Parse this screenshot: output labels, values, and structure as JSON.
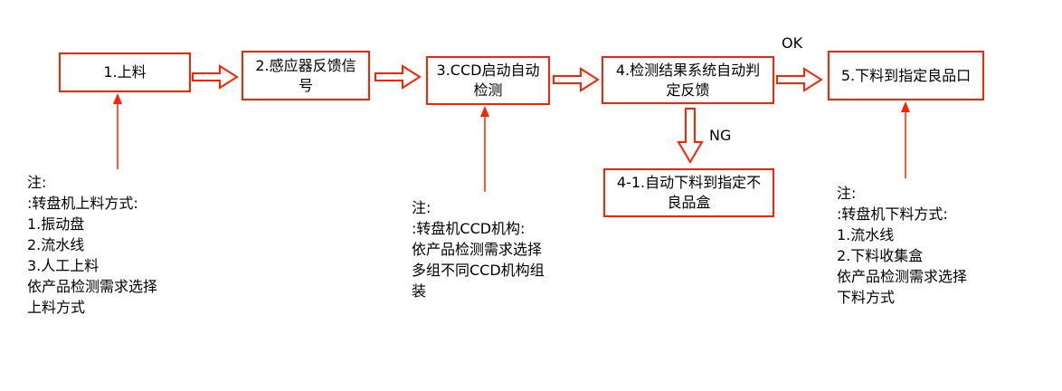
{
  "colors": {
    "accent": "#ff2200",
    "text": "#000000",
    "background": "#ffffff"
  },
  "boxes": {
    "b1": {
      "label": "1.上料"
    },
    "b2": {
      "label": "2.感应器反馈信号"
    },
    "b3": {
      "label": "3.CCD启动自动 检测"
    },
    "b4": {
      "label": "4.检测结果系统自动判定反馈"
    },
    "b5": {
      "label": "5.下料到指定良品口"
    },
    "b41": {
      "label": "4-1.自动下料到指定不良品盒"
    }
  },
  "edge_labels": {
    "ok": "OK",
    "ng": "NG"
  },
  "notes": {
    "loading": "注:\n:转盘机上料方式:\n1.振动盘\n2.流水线\n3.人工上料\n依产品检测需求选择\n上料方式",
    "ccd": "注:\n:转盘机CCD机构:\n依产品检测需求选择\n多组不同CCD机构组\n装",
    "unloading": "注:\n:转盘机下料方式:\n1.流水线\n2.下料收集盒\n依产品检测需求选择\n下料方式"
  }
}
